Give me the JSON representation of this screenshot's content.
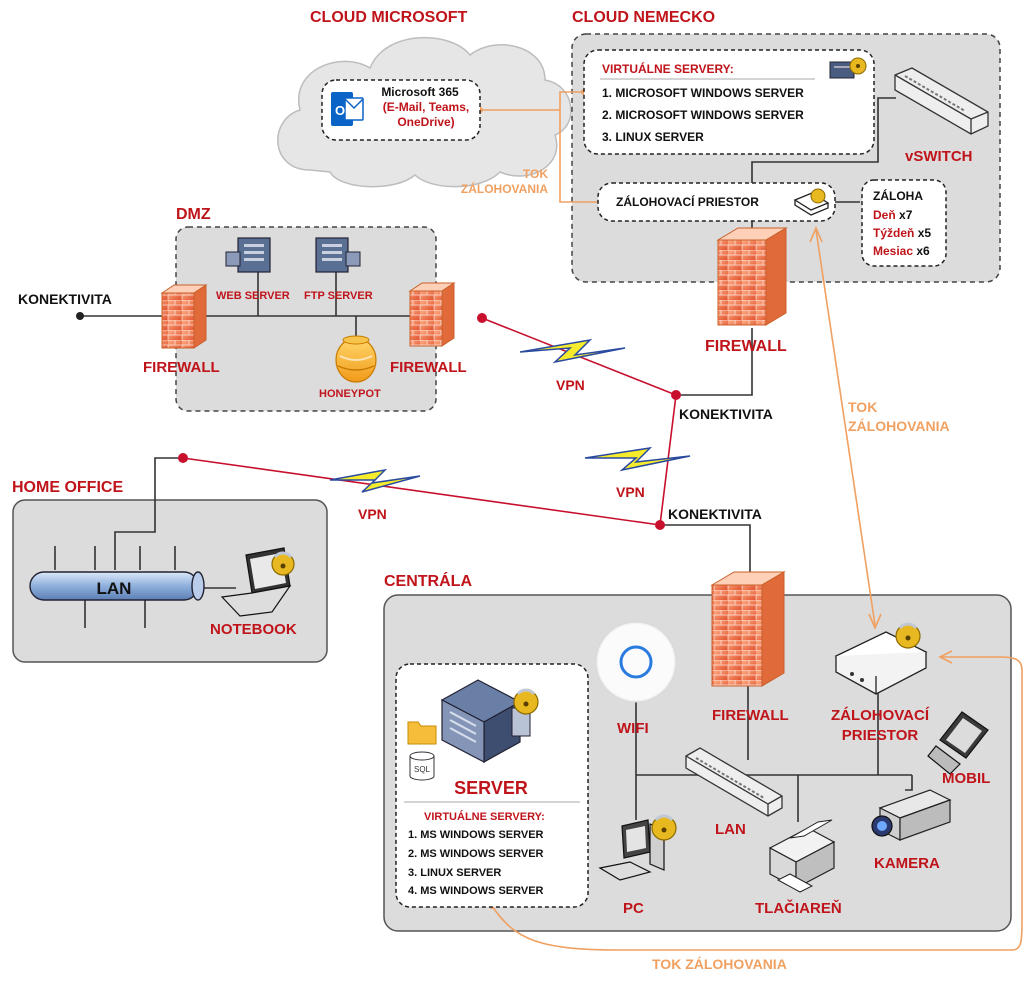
{
  "clouds": {
    "microsoft": {
      "title": "CLOUD MICROSOFT",
      "service_name": "Microsoft 365",
      "service_detail": [
        "(E-Mail, Teams,",
        "OneDrive)"
      ]
    },
    "nemecko": {
      "title": "CLOUD NEMECKO",
      "virtual_servers_title": "VIRTUÁLNE SERVERY:",
      "virtual_servers": [
        "1. MICROSOFT WINDOWS SERVER",
        "2. MICROSOFT WINDOWS SERVER",
        "3. LINUX SERVER"
      ],
      "vswitch": "vSWITCH",
      "backup_space": "ZÁLOHOVACÍ PRIESTOR",
      "backup_title": "ZÁLOHA",
      "backup_rows": [
        {
          "label": "Deň",
          "count": "x7"
        },
        {
          "label": "Týždeň",
          "count": "x5"
        },
        {
          "label": "Mesiac",
          "count": "x6"
        }
      ],
      "firewall": "FIREWALL"
    }
  },
  "dmz": {
    "title": "DMZ",
    "web_server": "WEB SERVER",
    "ftp_server": "FTP SERVER",
    "honeypot": "HONEYPOT",
    "firewall_left": "FIREWALL",
    "firewall_right": "FIREWALL"
  },
  "home_office": {
    "title": "HOME OFFICE",
    "lan": "LAN",
    "notebook": "NOTEBOOK"
  },
  "centrala": {
    "title": "CENTRÁLA",
    "server": "SERVER",
    "sql_label": "SQL",
    "virtual_servers_title": "VIRTUÁLNE SERVERY:",
    "virtual_servers": [
      "1. MS WINDOWS SERVER",
      "2. MS WINDOWS SERVER",
      "3. LINUX SERVER",
      "4. MS WINDOWS SERVER"
    ],
    "wifi": "WIFI",
    "firewall": "FIREWALL",
    "backup_space": [
      "ZÁLOHOVACÍ",
      "PRIESTOR"
    ],
    "mobil": "MOBIL",
    "lan": "LAN",
    "pc": "PC",
    "printer": "TLAČIAREŇ",
    "camera": "KAMERA"
  },
  "connectivity": {
    "left": "KONEKTIVITA",
    "mid": "KONEKTIVITA",
    "bottom": "KONEKTIVITA",
    "vpn_labels": [
      "VPN",
      "VPN",
      "VPN"
    ]
  },
  "backup_flow": {
    "top": [
      "TOK",
      "ZÁLOHOVANIA"
    ],
    "right": [
      "TOK",
      "ZÁLOHOVANIA"
    ],
    "bottom": "TOK ZÁLOHOVANIA"
  },
  "colors": {
    "title_red": "#c0141b",
    "flow_orange": "#f0a060",
    "vpn_red": "#c8102e",
    "zone_gray": "#dcdcdc"
  }
}
